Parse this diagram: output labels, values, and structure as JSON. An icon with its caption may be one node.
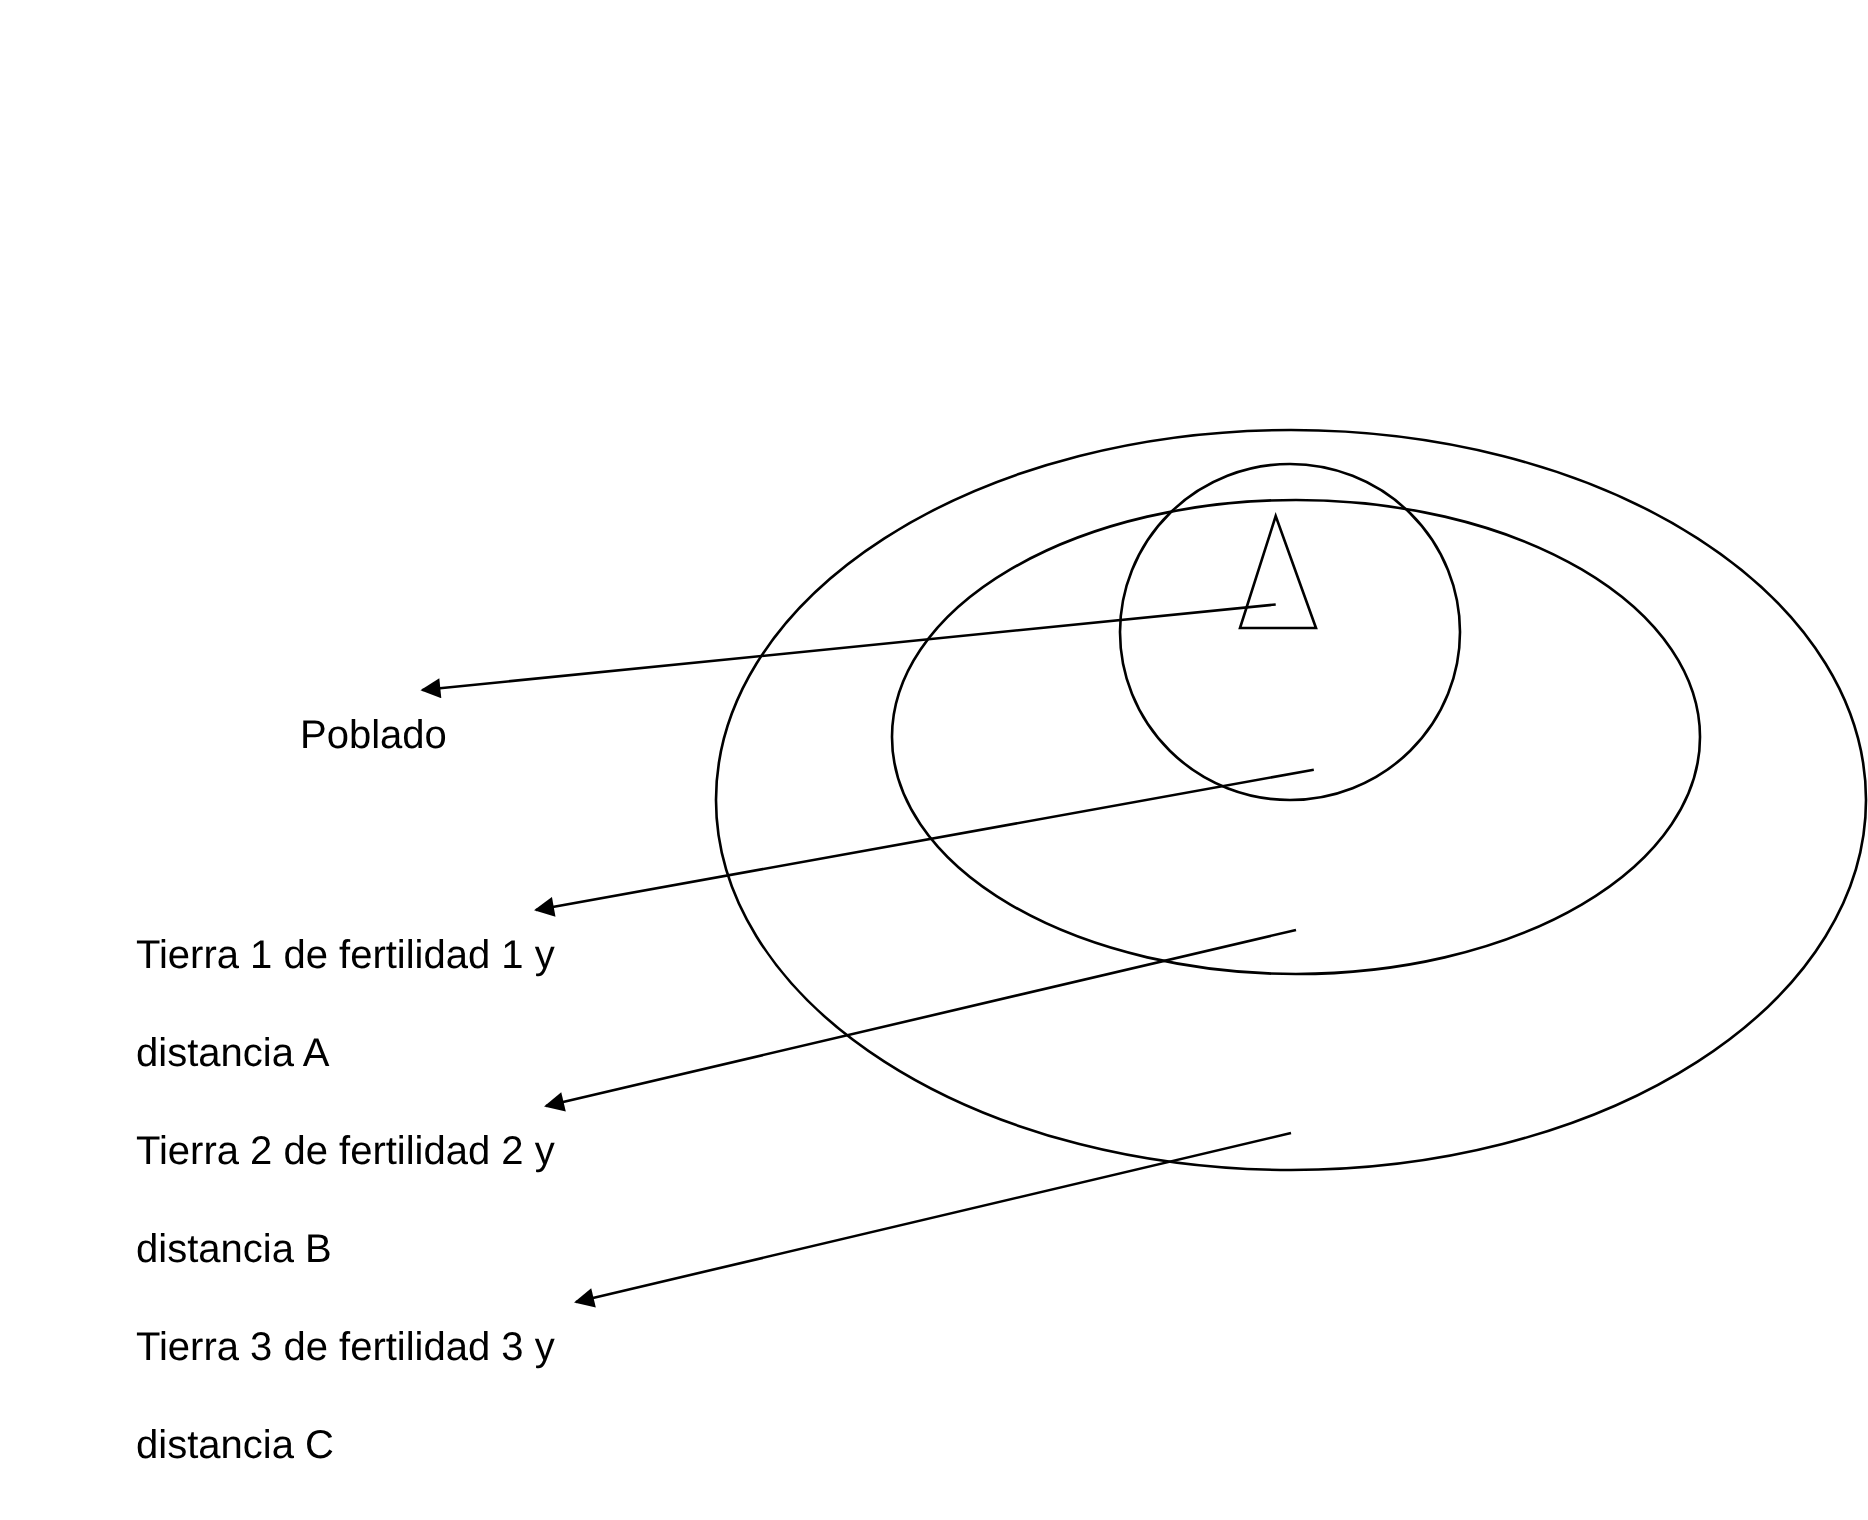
{
  "diagram": {
    "nodes": [
      {
        "text": [],
        "shape": "circle"
      },
      {
        "text": [],
        "shape": "circle",
        "in": 0
      },
      {
        "text": [],
        "shape": "circle",
        "in": 1
      },
      {
        "text": [],
        "shape": "triangle",
        "in": 2
      },
      {
        "text": [
          "Poblado"
        ]
      },
      {
        "text": [
          "Tierra 1 de fertilidad 1 y distancia A"
        ]
      },
      {
        "text": [
          "Tierra 2 de fertilidad 2 y distancia B"
        ]
      },
      {
        "text": [
          "Tierra 3 de fertilidad 3 y distancia C"
        ]
      }
    ],
    "edges": [
      {
        "from": 3,
        "to": 4,
        "arrow": "to"
      },
      {
        "from": 2,
        "to": 5,
        "arrow": "to"
      },
      {
        "from": 1,
        "to": 6,
        "arrow": "to"
      },
      {
        "from": 0,
        "to": 7,
        "arrow": "to"
      }
    ]
  }
}
